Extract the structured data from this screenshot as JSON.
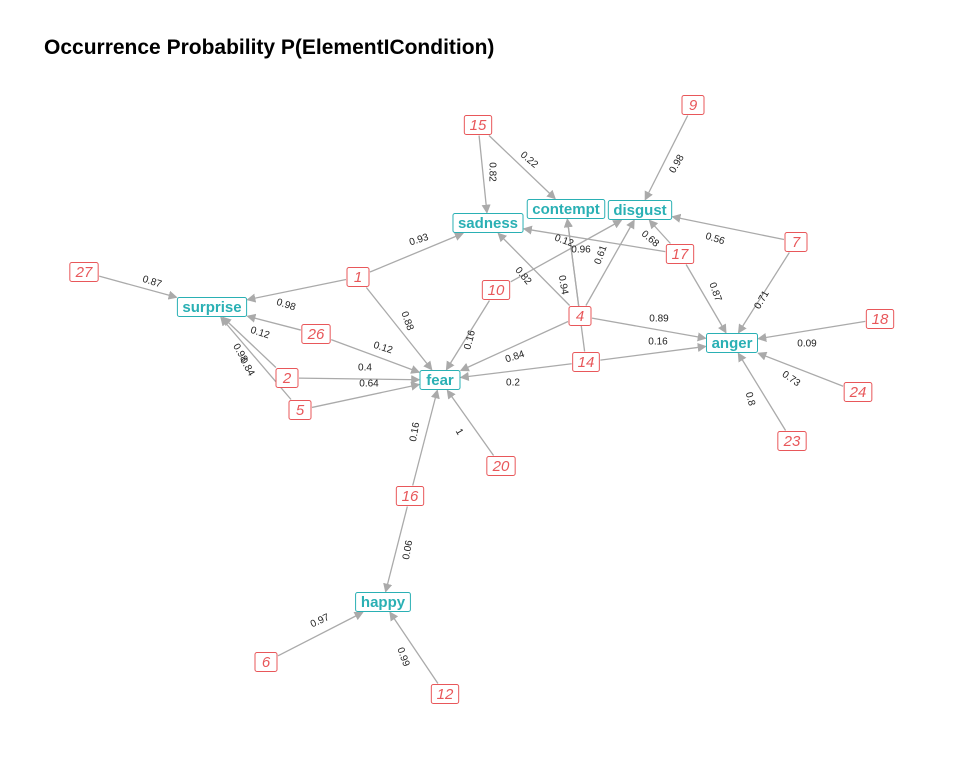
{
  "title": "Occurrence Probability P(ElementICondition)",
  "colors": {
    "condition": "#2ab0b4",
    "element": "#e8575a",
    "edge": "#aaaaaa",
    "edge_label": "#222222"
  },
  "nodes": [
    {
      "id": "surprise",
      "label": "surprise",
      "kind": "condition"
    },
    {
      "id": "sadness",
      "label": "sadness",
      "kind": "condition"
    },
    {
      "id": "contempt",
      "label": "contempt",
      "kind": "condition"
    },
    {
      "id": "disgust",
      "label": "disgust",
      "kind": "condition"
    },
    {
      "id": "fear",
      "label": "fear",
      "kind": "condition"
    },
    {
      "id": "anger",
      "label": "anger",
      "kind": "condition"
    },
    {
      "id": "happy",
      "label": "happy",
      "kind": "condition"
    },
    {
      "id": "e15",
      "label": "15",
      "kind": "element"
    },
    {
      "id": "e9",
      "label": "9",
      "kind": "element"
    },
    {
      "id": "e27",
      "label": "27",
      "kind": "element"
    },
    {
      "id": "e1",
      "label": "1",
      "kind": "element"
    },
    {
      "id": "e10",
      "label": "10",
      "kind": "element"
    },
    {
      "id": "e17",
      "label": "17",
      "kind": "element"
    },
    {
      "id": "e7",
      "label": "7",
      "kind": "element"
    },
    {
      "id": "e26",
      "label": "26",
      "kind": "element"
    },
    {
      "id": "e4",
      "label": "4",
      "kind": "element"
    },
    {
      "id": "e18",
      "label": "18",
      "kind": "element"
    },
    {
      "id": "e2",
      "label": "2",
      "kind": "element"
    },
    {
      "id": "e14",
      "label": "14",
      "kind": "element"
    },
    {
      "id": "e5",
      "label": "5",
      "kind": "element"
    },
    {
      "id": "e24",
      "label": "24",
      "kind": "element"
    },
    {
      "id": "e23",
      "label": "23",
      "kind": "element"
    },
    {
      "id": "e20",
      "label": "20",
      "kind": "element"
    },
    {
      "id": "e16",
      "label": "16",
      "kind": "element"
    },
    {
      "id": "e6",
      "label": "6",
      "kind": "element"
    },
    {
      "id": "e12",
      "label": "12",
      "kind": "element"
    }
  ],
  "edges": [
    {
      "from": "e15",
      "to": "sadness",
      "label": "0.82"
    },
    {
      "from": "e15",
      "to": "contempt",
      "label": "0.22"
    },
    {
      "from": "e9",
      "to": "disgust",
      "label": "0.98"
    },
    {
      "from": "e27",
      "to": "surprise",
      "label": "0.87"
    },
    {
      "from": "e1",
      "to": "sadness",
      "label": "0.93"
    },
    {
      "from": "e1",
      "to": "surprise",
      "label": "0.98"
    },
    {
      "from": "e1",
      "to": "fear",
      "label": "0.88"
    },
    {
      "from": "e10",
      "to": "disgust",
      "label": "0.82"
    },
    {
      "from": "e10",
      "to": "fear",
      "label": "0.16"
    },
    {
      "from": "e17",
      "to": "sadness",
      "label": "0.12"
    },
    {
      "from": "e17",
      "to": "disgust",
      "label": "0.68"
    },
    {
      "from": "e17",
      "to": "anger",
      "label": "0.87"
    },
    {
      "from": "e7",
      "to": "disgust",
      "label": "0.56"
    },
    {
      "from": "e7",
      "to": "anger",
      "label": "0.71"
    },
    {
      "from": "e26",
      "to": "surprise",
      "label": "0.12"
    },
    {
      "from": "e26",
      "to": "fear",
      "label": "0.12"
    },
    {
      "from": "e4",
      "to": "sadness",
      "label": "0.94"
    },
    {
      "from": "e4",
      "to": "contempt",
      "label": "0.96"
    },
    {
      "from": "e4",
      "to": "disgust",
      "label": "0.61"
    },
    {
      "from": "e4",
      "to": "fear",
      "label": "0.84"
    },
    {
      "from": "e4",
      "to": "anger",
      "label": "0.89"
    },
    {
      "from": "e18",
      "to": "anger",
      "label": "0.09"
    },
    {
      "from": "e2",
      "to": "surprise",
      "label": "0.98"
    },
    {
      "from": "e2",
      "to": "fear",
      "label": "0.4"
    },
    {
      "from": "e14",
      "to": "contempt",
      "label": ""
    },
    {
      "from": "e14",
      "to": "fear",
      "label": "0.2"
    },
    {
      "from": "e14",
      "to": "anger",
      "label": "0.16"
    },
    {
      "from": "e5",
      "to": "surprise",
      "label": "0.84"
    },
    {
      "from": "e5",
      "to": "fear",
      "label": "0.64"
    },
    {
      "from": "e24",
      "to": "anger",
      "label": "0.73"
    },
    {
      "from": "e23",
      "to": "anger",
      "label": "0.8"
    },
    {
      "from": "e20",
      "to": "fear",
      "label": "1"
    },
    {
      "from": "e16",
      "to": "fear",
      "label": "0.16"
    },
    {
      "from": "e16",
      "to": "happy",
      "label": "0.06"
    },
    {
      "from": "e6",
      "to": "happy",
      "label": "0.97"
    },
    {
      "from": "e12",
      "to": "happy",
      "label": "0.99"
    }
  ]
}
